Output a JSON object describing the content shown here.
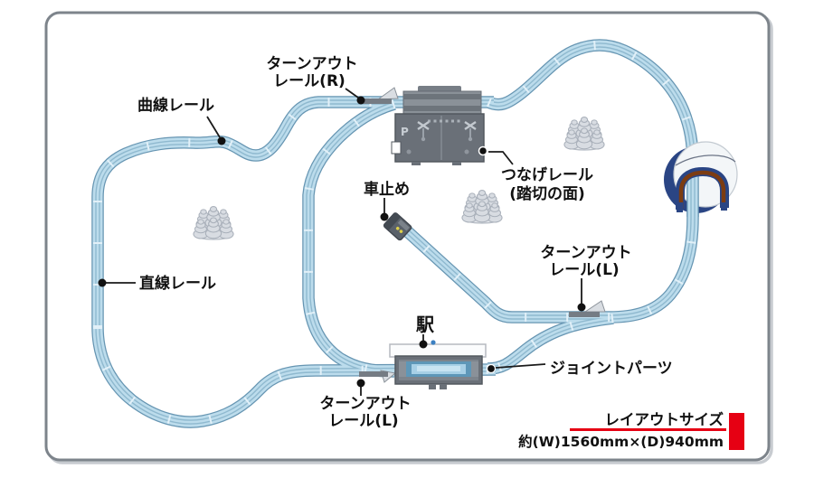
{
  "diagram": {
    "type": "toy-train-track-layout",
    "labels": {
      "curve_rail": "曲線レール",
      "turnout_r": [
        "ターンアウト",
        "レール(R)"
      ],
      "connect_rail": [
        "つなげレール",
        "(踏切の面)"
      ],
      "buffer_stop": "車止め",
      "turnout_l_right": [
        "ターンアウト",
        "レール(L)"
      ],
      "straight_rail": "直線レール",
      "station": "駅",
      "joint_parts": "ジョイントパーツ",
      "turnout_l_bottom": [
        "ターンアウト",
        "レール(L)"
      ]
    },
    "crossing_p_mark": "P",
    "legend": {
      "title": "レイアウトサイズ",
      "dimensions": "約(W)1560mm×(D)940mm"
    },
    "colors": {
      "track_surface": "#bcdcec",
      "track_edge": "#6695b2",
      "structure_gray": "#6a7078",
      "accent_red": "#e60013",
      "tunnel_navy": "#2a4584",
      "tunnel_arch_brown": "#7c3c12",
      "text": "#111111"
    }
  }
}
